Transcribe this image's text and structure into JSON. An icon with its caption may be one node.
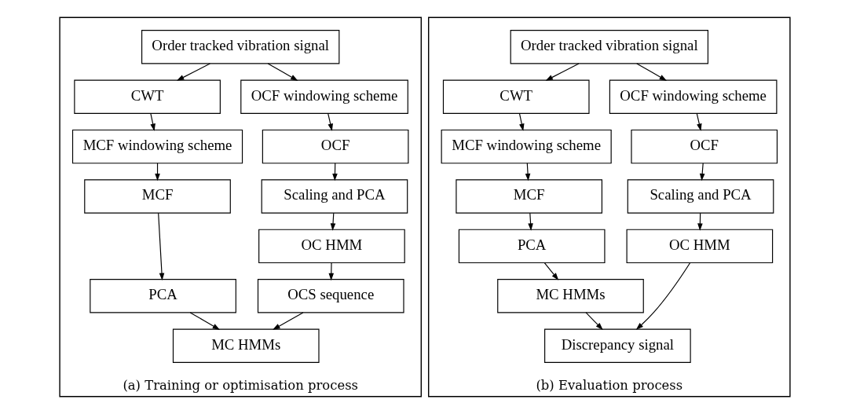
{
  "diagram": {
    "nodes": [
      {
        "text": [
          "(a) Training or optimisation process"
        ]
      },
      {
        "text": [
          "Order tracked vibration signal"
        ],
        "in": 0
      },
      {
        "text": [
          "CWT"
        ],
        "in": 0
      },
      {
        "text": [
          "OCF windowing scheme"
        ],
        "in": 0
      },
      {
        "text": [
          "MCF windowing scheme"
        ],
        "in": 0
      },
      {
        "text": [
          "OCF"
        ],
        "in": 0
      },
      {
        "text": [
          "MCF"
        ],
        "in": 0
      },
      {
        "text": [
          "Scaling and PCA"
        ],
        "in": 0
      },
      {
        "text": [
          "PCA"
        ],
        "in": 0
      },
      {
        "text": [
          "OC HMM"
        ],
        "in": 0
      },
      {
        "text": [
          "OCS sequence"
        ],
        "in": 0
      },
      {
        "text": [
          "MC HMMs"
        ],
        "in": 0
      },
      {
        "text": [
          "(b) Evaluation process"
        ]
      },
      {
        "text": [
          "Order tracked vibration signal"
        ],
        "in": 12
      },
      {
        "text": [
          "CWT"
        ],
        "in": 12
      },
      {
        "text": [
          "OCF windowing scheme"
        ],
        "in": 12
      },
      {
        "text": [
          "MCF windowing scheme"
        ],
        "in": 12
      },
      {
        "text": [
          "OCF"
        ],
        "in": 12
      },
      {
        "text": [
          "MCF"
        ],
        "in": 12
      },
      {
        "text": [
          "Scaling and PCA"
        ],
        "in": 12
      },
      {
        "text": [
          "PCA"
        ],
        "in": 12
      },
      {
        "text": [
          "OC HMM"
        ],
        "in": 12
      },
      {
        "text": [
          "MC HMMs"
        ],
        "in": 12
      },
      {
        "text": [
          "Discrepancy signal"
        ],
        "in": 12
      }
    ],
    "edges": [
      {
        "from": 1,
        "to": 3,
        "arrow": "to"
      },
      {
        "from": 1,
        "to": 2,
        "arrow": "to"
      },
      {
        "from": 2,
        "to": 4,
        "arrow": "to"
      },
      {
        "from": 3,
        "to": 5,
        "arrow": "to"
      },
      {
        "from": 4,
        "to": 6,
        "arrow": "to"
      },
      {
        "from": 5,
        "to": 7,
        "arrow": "to"
      },
      {
        "from": 6,
        "to": 8,
        "arrow": "to"
      },
      {
        "from": 7,
        "to": 9,
        "arrow": "to"
      },
      {
        "from": 9,
        "to": 10,
        "arrow": "to"
      },
      {
        "from": 8,
        "to": 11,
        "arrow": "to"
      },
      {
        "from": 10,
        "to": 11,
        "arrow": "to"
      },
      {
        "from": 13,
        "to": 15,
        "arrow": "to"
      },
      {
        "from": 13,
        "to": 14,
        "arrow": "to"
      },
      {
        "from": 14,
        "to": 16,
        "arrow": "to"
      },
      {
        "from": 15,
        "to": 17,
        "arrow": "to"
      },
      {
        "from": 16,
        "to": 18,
        "arrow": "to"
      },
      {
        "from": 17,
        "to": 19,
        "arrow": "to"
      },
      {
        "from": 18,
        "to": 20,
        "arrow": "to"
      },
      {
        "from": 19,
        "to": 21,
        "arrow": "to"
      },
      {
        "from": 20,
        "to": 22,
        "arrow": "to"
      },
      {
        "from": 21,
        "to": 23,
        "arrow": "to"
      },
      {
        "from": 22,
        "to": 23,
        "arrow": "to"
      }
    ]
  }
}
